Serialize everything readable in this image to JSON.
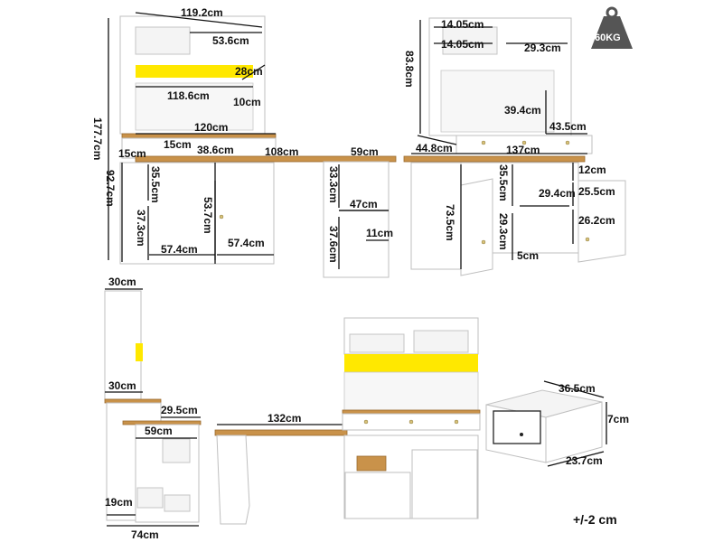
{
  "weight_badge": {
    "label": "60KG",
    "icon": "weight-icon",
    "color": "#555555"
  },
  "tolerance": "+/-2 cm",
  "colors": {
    "wood": "#c9924a",
    "led": "#ffe800",
    "body": "#ffffff"
  },
  "front_view": {
    "width_top": "119.2cm",
    "shelf_width": "53.6cm",
    "hutch_depth": "28cm",
    "inner_width": "118.6cm",
    "hutch_back_depth": "10cm",
    "total_height": "177.7cm",
    "desk_width": "120cm",
    "drawer_left": "15cm",
    "drawer_mid": "15cm",
    "drawer_right": "38.6cm",
    "extension_length": "108cm",
    "extension_depth": "59cm",
    "desk_height": "92.7cm",
    "shelf_upper": "35.5cm",
    "shelf_lower": "37.3cm",
    "door_height": "53.7cm",
    "cab_left": "57.4cm",
    "cab_right": "57.4cm",
    "side_upper": "33.3cm",
    "side_width": "47cm",
    "side_lower": "37.6cm",
    "side_gap": "11cm"
  },
  "back_view": {
    "top_shelf_1": "14.05cm",
    "top_shelf_2": "14.05cm",
    "upper_width": "29.3cm",
    "hutch_height": "83.8cm",
    "peg_height": "39.4cm",
    "peg_depth": "43.5cm",
    "drawer_depth": "44.8cm",
    "desk_length": "137cm",
    "cabinet_height": "73.5cm",
    "shelf_height": "35.5cm",
    "gap_top": "12cm",
    "inner_shelf": "29.4cm",
    "door_upper": "25.5cm",
    "door_lower": "26.2cm",
    "lower_shelf": "29.3cm",
    "bottom_gap": "5cm"
  },
  "side_view": {
    "top_depth": "30cm",
    "mid_depth": "30cm",
    "desk_depth": "29.5cm",
    "extension": "132cm",
    "side_depth": "59cm",
    "bottom_height": "19cm",
    "base_depth": "74cm"
  },
  "drawer_view": {
    "depth": "36.5cm",
    "height": "7cm",
    "width": "23.7cm"
  }
}
